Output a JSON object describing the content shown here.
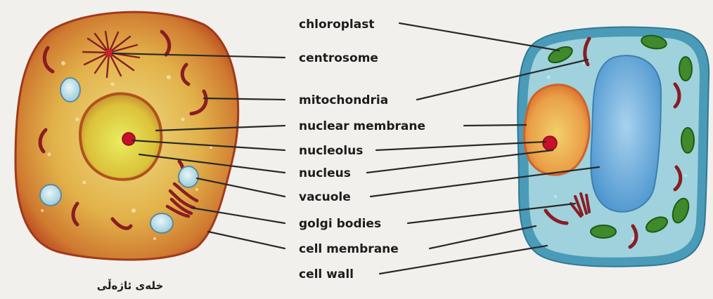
{
  "labels": {
    "chloroplast": "chloroplast",
    "centrosome": "centrosome",
    "mitochondria": "mitochondria",
    "nuclear_membrane": "nuclear membrane",
    "nucleolus": "nucleolus",
    "nucleus": "nucleus",
    "vacuole": "vacuole",
    "golgi_bodies": "golgi bodies",
    "cell_membrane": "cell membrane",
    "cell_wall": "cell wall"
  },
  "caption": "خلەی ئاژەڵی",
  "colors": {
    "animal_cytoplasm": "#d8a23a",
    "animal_edge": "#b8431f",
    "plant_cytoplasm": "#8cc8d4",
    "plant_wall": "#4a9bb8",
    "chloroplast": "#3f8a2a",
    "mitochondria": "#8a1c24",
    "plant_vacuole": "#5aa8dc",
    "nucleolus": "#c8102a"
  }
}
